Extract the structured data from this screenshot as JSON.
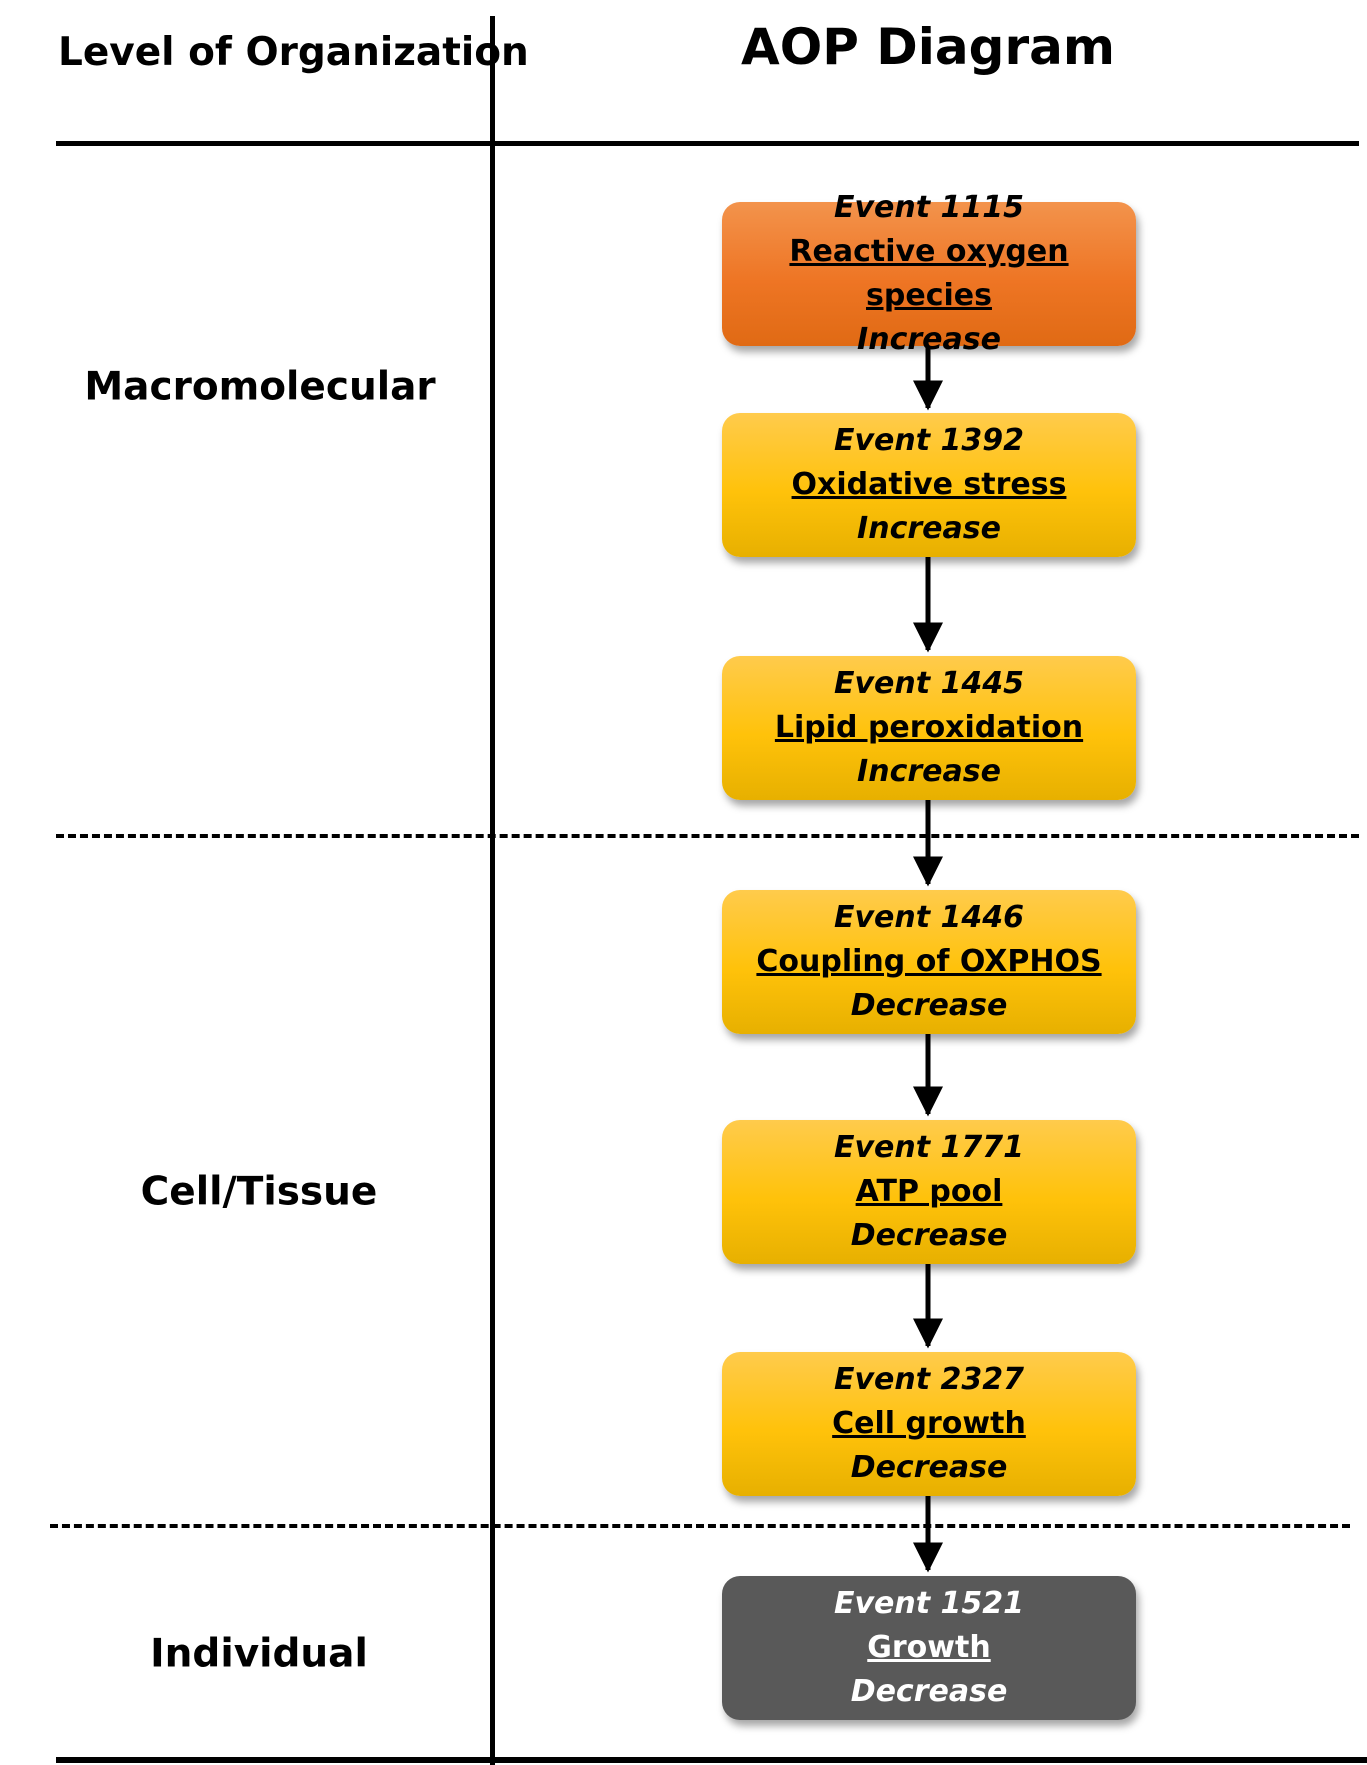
{
  "header": {
    "level_title": "Level of Organization",
    "diagram_title": "AOP Diagram"
  },
  "levels": [
    "Macromolecular",
    "Cell/Tissue",
    "Individual"
  ],
  "events": [
    {
      "event": "Event 1115",
      "name": "Reactive oxygen species",
      "change": "Increase",
      "color": "#ee7524"
    },
    {
      "event": "Event 1392",
      "name": "Oxidative stress",
      "change": "Increase",
      "color": "#ffc20a"
    },
    {
      "event": "Event 1445",
      "name": "Lipid peroxidation",
      "change": "Increase",
      "color": "#ffc20a"
    },
    {
      "event": "Event 1446",
      "name": "Coupling of OXPHOS",
      "change": "Decrease",
      "color": "#ffc20a"
    },
    {
      "event": "Event 1771",
      "name": "ATP pool",
      "change": "Decrease",
      "color": "#ffc20a"
    },
    {
      "event": "Event 2327",
      "name": "Cell growth",
      "change": "Decrease",
      "color": "#ffc20a"
    },
    {
      "event": "Event 1521",
      "name": "Growth",
      "change": "Decrease",
      "color": "#595959"
    }
  ]
}
